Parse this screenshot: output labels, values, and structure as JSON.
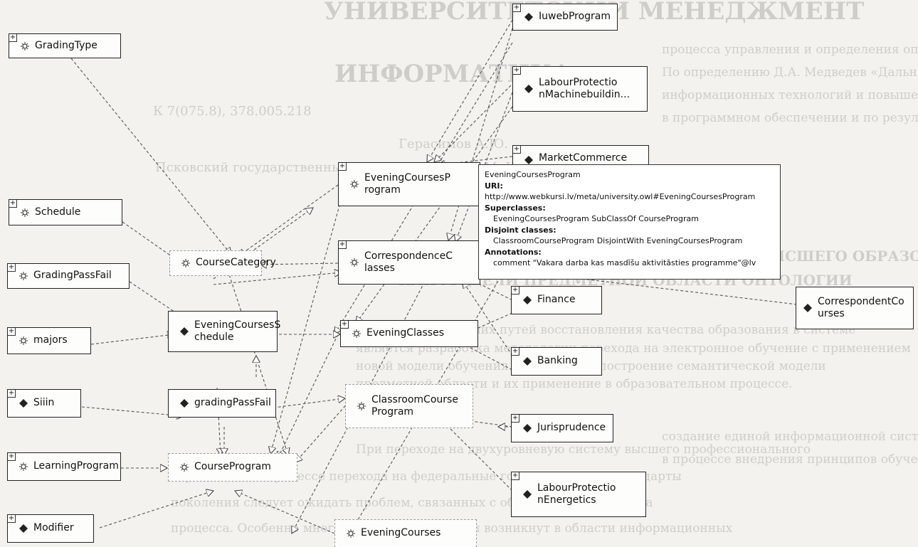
{
  "nodes": {
    "grading_type": {
      "label": "GradingType",
      "kind": "class"
    },
    "schedule": {
      "label": "Schedule",
      "kind": "class"
    },
    "grading_pass_fail": {
      "label": "GradingPassFail",
      "kind": "class"
    },
    "majors": {
      "label": "majors",
      "kind": "class"
    },
    "siiin": {
      "label": "Siiin",
      "kind": "individual"
    },
    "learning_program": {
      "label": "LearningProgram",
      "kind": "class"
    },
    "modifier": {
      "label": "Modifier",
      "kind": "individual"
    },
    "course_category": {
      "label": "CourseCategory",
      "kind": "class"
    },
    "evening_courses_schedule": {
      "label": "EveningCoursesS\nchedule",
      "kind": "individual"
    },
    "grading_pass_fail_ind": {
      "label": "gradingPassFail",
      "kind": "individual"
    },
    "course_program": {
      "label": "CourseProgram",
      "kind": "class"
    },
    "evening_courses_program": {
      "label": "EveningCoursesP\nrogram",
      "kind": "class"
    },
    "correspondence_classes": {
      "label": "CorrespondenceC\nlasses",
      "kind": "class"
    },
    "evening_classes": {
      "label": "EveningClasses",
      "kind": "class"
    },
    "classroom_course_program": {
      "label": "ClassroomCourse\nProgram",
      "kind": "class"
    },
    "evening_courses": {
      "label": "EveningCourses",
      "kind": "class"
    },
    "iuweb_program": {
      "label": "IuwebProgram",
      "kind": "individual"
    },
    "labour_protection_machine": {
      "label": "LabourProtectio\nnMachinebuildin...",
      "kind": "individual"
    },
    "market_commerce": {
      "label": "MarketCommerce",
      "kind": "individual"
    },
    "finance": {
      "label": "Finance",
      "kind": "individual"
    },
    "banking": {
      "label": "Banking",
      "kind": "individual"
    },
    "jurisprudence": {
      "label": "Jurisprudence",
      "kind": "individual"
    },
    "labour_protection_energetics": {
      "label": "LabourProtectio\nnEnergetics",
      "kind": "individual"
    },
    "correspondent_courses": {
      "label": "CorrespondentCo\nurses",
      "kind": "individual"
    }
  },
  "tooltip": {
    "title": "EveningCoursesProgram",
    "uri_label": "URI:",
    "uri": "http://www.webkursi.lv/meta/university.owl#EveningCoursesProgram",
    "superclasses_label": "Superclasses:",
    "superclass": "EveningCoursesProgram SubClassOf CourseProgram",
    "disjoint_label": "Disjoint classes:",
    "disjoint": "ClassroomCourseProgram DisjointWith EveningCoursesProgram",
    "annotations_label": "Annotations:",
    "annotation": "comment \"Vakara darba kas masdīšu aktivitāsties programme\"@lv"
  },
  "background_text": {
    "title_line1": "УНИВЕРСИТЕТСКИЙ МЕНЕДЖМЕНТ",
    "title_line2": "ИНФОРМАТИКА",
    "udk": "К 7(075.8), 378.005.218",
    "authors": "Герасимов А.Ю.",
    "affiliation": "Псковский государственный университет им. С.М. Кирова, г. Псков",
    "heading1": "ЭЛЕКТРОННЫЕ УЧЕБНЫЕ ПРОГРАММЫ ВЫСШЕГО ОБРАЗОВАНИЯ",
    "heading2": "КАК МОДЕЛИ ПРЕДМЕТНОЙ ОБЛАСТИ ОНТОЛОГИИ",
    "p1": "Одним из важнейших путей восстановления качества образования в системе",
    "p2": "является разработка методологии перехода на электронное обучение с применением",
    "p3": "новой модели обучения. Необходимо построение семантической модели",
    "p4": "предметной области и их применение в образовательном процессе.",
    "p5": "При переходе на двухуровневую систему высшего профессионального",
    "p6": "образования в процессе перехода на федеральные государственные стандарты",
    "p7": "поколения следует ожидать проблем, связанных с обеспечением качества",
    "p8": "процесса. Особенно многочисленные проблемы возникнут в области информационных",
    "r1": "процесса управления и определения операции,",
    "r2": "По определению Д.А. Медведев «Дальнейшее",
    "r3": "информационных технологий и повышение",
    "r4": "в программном обеспечении и по результатам",
    "r5": "создание единой информационной системы ВУЗ",
    "r6": "в процессе внедрения принципов обучения."
  },
  "colors": {
    "background": "#f3f2ee",
    "node_border": "#222222",
    "edge": "#555555",
    "watermark": "#2a2a2a"
  }
}
